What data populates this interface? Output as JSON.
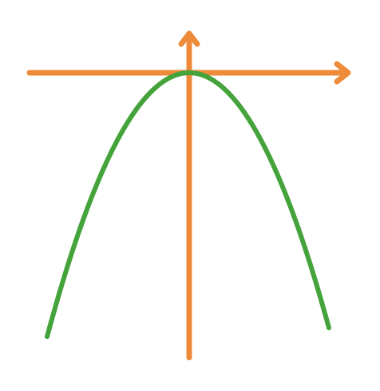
{
  "colors": {
    "background": "#ffffff",
    "axes": "#EE8B3A",
    "curve": "#44A33A"
  },
  "diagram": {
    "type": "downward-opening parabola with vertex at origin",
    "x_axis": {
      "arrow_direction": "right"
    },
    "y_axis": {
      "arrow_direction": "up"
    },
    "curve": {
      "shape": "parabola",
      "opens": "down"
    }
  }
}
